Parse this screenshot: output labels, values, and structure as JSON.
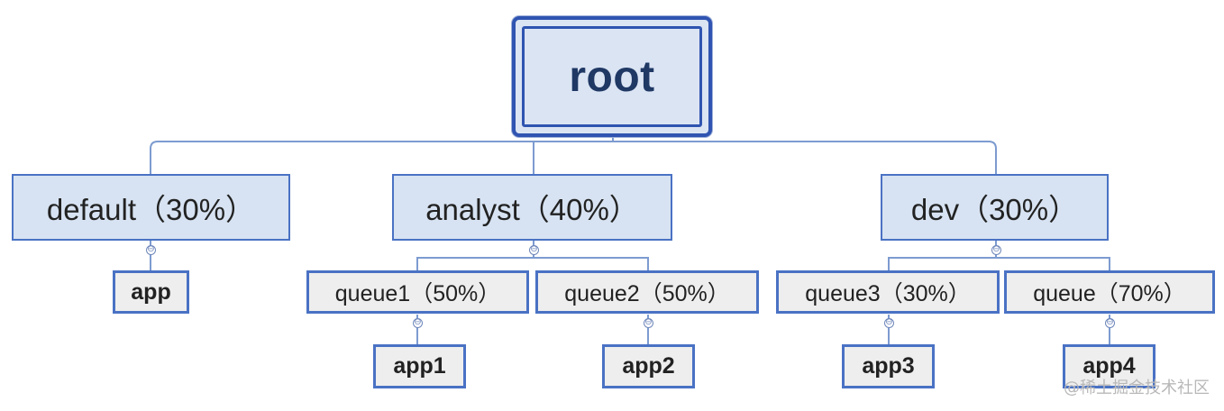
{
  "root": {
    "label": "root"
  },
  "queues": [
    {
      "label": "default（30%）",
      "children": [
        {
          "label": "app"
        }
      ]
    },
    {
      "label": "analyst（40%）",
      "children": [
        {
          "label": "queue1（50%）",
          "app": "app1"
        },
        {
          "label": "queue2（50%）",
          "app": "app2"
        }
      ]
    },
    {
      "label": "dev（30%）",
      "children": [
        {
          "label": "queue3（30%）",
          "app": "app3"
        },
        {
          "label": "queue（70%）",
          "app": "app4"
        }
      ]
    }
  ],
  "collapse_icon_glyph": "⊖",
  "watermark": "@稀土掘金技术社区",
  "colors": {
    "border": "#4a72c4",
    "root_border": "#2f54b1",
    "level1_fill": "#d7e3f2",
    "level2_fill": "#eeeeee",
    "connector": "#7d9bd0"
  }
}
